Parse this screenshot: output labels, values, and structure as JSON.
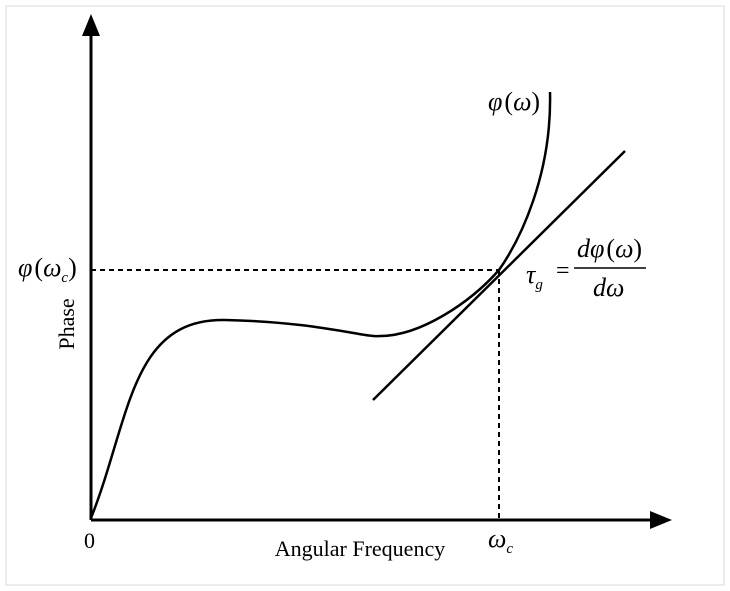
{
  "axes": {
    "x_label": "Angular Frequency",
    "y_label": "Phase",
    "origin_label": "0"
  },
  "labels": {
    "curve_phi": "φ",
    "curve_omega": "ω",
    "point_phi": "φ",
    "point_omega": "ω",
    "point_sub": "c",
    "xmark_omega": "ω",
    "xmark_sub": "c",
    "tau": "τ",
    "tau_sub": "g",
    "eq": "=",
    "numerator_d": "d",
    "numerator_phi": "φ",
    "numerator_omega": "ω",
    "denominator": "dω",
    "paren_open": "(",
    "paren_close": ")"
  },
  "colors": {
    "ink": "#000000",
    "frame": "#d9d9d9",
    "background": "#ffffff"
  }
}
